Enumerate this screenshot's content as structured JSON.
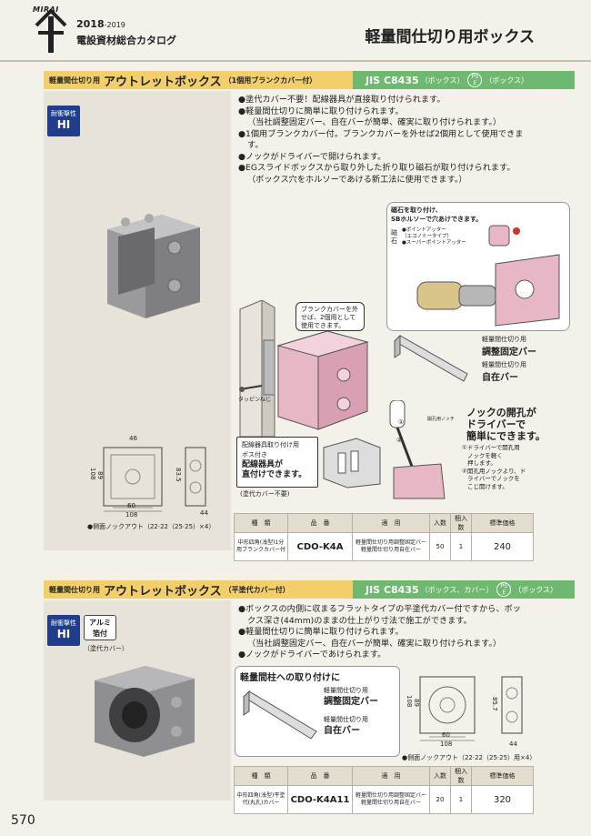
{
  "header": {
    "logo": "MIRAI",
    "catalog_year": "2018",
    "catalog_year_suffix": "-2019",
    "catalog_name": "電設資材総合カタログ",
    "page_title": "軽量間仕切り用ボックス"
  },
  "section1": {
    "bar_small": "軽量間仕切り用",
    "bar_big": "アウトレットボックス",
    "bar_note": "（1個用ブランクカバー付）",
    "jis": "JIS C8435",
    "jis_note1": "（ボックス）",
    "ps_mark_top": "PS",
    "ps_mark_bottom": "E",
    "jis_note2": "（ボックス）",
    "badge_top": "耐衝撃性",
    "badge_bottom": "HI",
    "bullets": [
      "●塗代カバー不要！配線器具が直接取り付けられます。",
      "●軽量間仕切りに簡単に取り付けられます。",
      "（当社調整固定バー、自在バーが簡単、確実に取り付けられます。）",
      "●1個用ブランクカバー付。ブランクカバーを外せば2個用として使用できま",
      "す。",
      "●ノックがドライバーで開けられます。",
      "●EGスライドボックスから取り外した折り取り磁石が取り付けられます。",
      "（ボックス穴をホルソーであける新工法に使用できます。）"
    ],
    "magnet_note_1": "磁石を取り付け、",
    "magnet_note_2": "SBホルソーで穴あけできます。",
    "magnet_label": "磁石",
    "magnet_item1": "●ポイントアッター",
    "magnet_item1b": "（エコノミータイプ）",
    "magnet_item2": "●スーパーポイントアッター",
    "blank_cover_note": "ブランクカバーを外せば、2個用として使用できます。",
    "bar1_small": "軽量間仕切り用",
    "bar1_name": "調整固定バー",
    "bar2_small": "軽量間仕切り用",
    "bar2_name": "自在バー",
    "tapping_screw": "タッピンねじ",
    "wiring_note_small1": "配線器具取り付け用",
    "wiring_note_small2": "ボス付き",
    "wiring_note_big1": "配線器具が",
    "wiring_note_big2": "直付けできます。",
    "wiring_note_tail": "(塗代カバー不要)",
    "knock_big1": "ノックの開孔が",
    "knock_big2": "ドライバーで",
    "knock_big3": "簡単にできます。",
    "knock_mini": "開孔用ノッチ",
    "knock_step1a": "①ドライバーで開孔用",
    "knock_step1b": "ノックを軽く",
    "knock_step1c": "押します。",
    "knock_step2a": "②開孔用ノックより、ド",
    "knock_step2b": "ライバーでノックを",
    "knock_step2c": "こじ開けます。",
    "step1": "①",
    "step2": "②",
    "dims": {
      "d46": "46",
      "d108a": "108",
      "d89": "89",
      "d60": "60",
      "d108b": "108",
      "d835": "83.5",
      "d44": "44"
    },
    "knockout_note": "●側面ノックアウト（22·22（25·25）×4）",
    "table": {
      "headers": [
        "種　類",
        "品　番",
        "適　用",
        "入数",
        "梱入数",
        "標準価格"
      ],
      "row": {
        "type": "中形四角(浅型)1分用ブランクカバー付",
        "code": "CDO-K4A",
        "apply": "軽量間仕切り用調整固定バー軽量間仕切り用自在バー",
        "qty": "50",
        "pack": "1",
        "price": "240"
      }
    }
  },
  "section2": {
    "bar_small": "軽量間仕切り用",
    "bar_big": "アウトレットボックス",
    "bar_note": "（平塗代カバー付）",
    "jis": "JIS C8435",
    "jis_note1": "（ボックス、カバー）",
    "ps_mark_top": "PS",
    "ps_mark_bottom": "E",
    "jis_note2": "（ボックス）",
    "badge_top": "耐衝撃性",
    "badge_bottom": "HI",
    "alumi_1": "アルミ",
    "alumi_2": "箔付",
    "cover_note": "（塗代カバー）",
    "bullets": [
      "●ボックスの内側に収まるフラットタイプの平塗代カバー付ですから、ボッ",
      "クス深さ(44mm)のままの仕上がり寸法で施工ができます。",
      "●軽量間仕切りに簡単に取り付けられます。",
      "（当社調整固定バー、自在バーが簡単、確実に取り付けられます。）",
      "●ノックがドライバーであけられます。"
    ],
    "mount_title": "軽量間柱への取り付けに",
    "bar1_small": "軽量間仕切り用",
    "bar1_name": "調整固定バー",
    "bar2_small": "軽量間仕切り用",
    "bar2_name": "自在バー",
    "dims": {
      "d108a": "108",
      "d89": "89",
      "d60": "60",
      "d108b": "108",
      "d857": "85.7",
      "d44": "44"
    },
    "knockout_note": "●側面ノックアウト（22·22（25·25）用×4）",
    "table": {
      "headers": [
        "種　類",
        "品　番",
        "適　用",
        "入数",
        "梱入数",
        "標準価格"
      ],
      "row": {
        "type": "中形四角(浅型)平塗代(丸孔)カバー",
        "code": "CDO-K4A11",
        "apply": "軽量間仕切り用調整固定バー軽量間仕切り用自在バー",
        "qty": "20",
        "pack": "1",
        "price": "320"
      }
    }
  },
  "page_number": "570",
  "colors": {
    "section_yellow": "#f2cf6a",
    "section_green": "#6fb86f",
    "badge_blue": "#1f3d8c",
    "box_pink": "#e7b7c6"
  }
}
